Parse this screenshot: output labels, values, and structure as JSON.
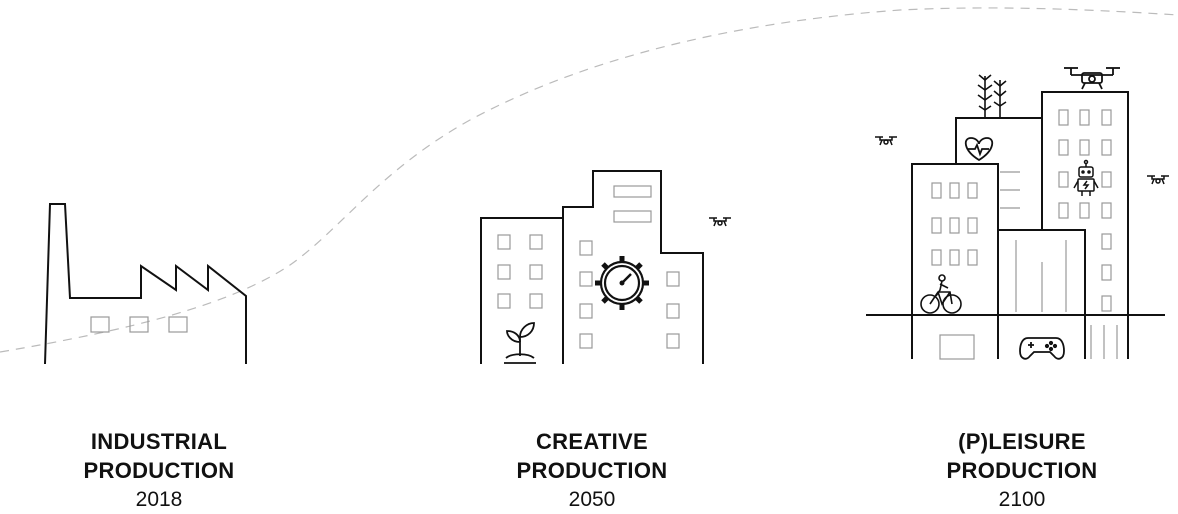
{
  "stages": [
    {
      "line1": "INDUSTRIAL",
      "line2": "PRODUCTION",
      "year": "2018"
    },
    {
      "line1": "CREATIVE",
      "line2": "PRODUCTION",
      "year": "2050"
    },
    {
      "line1": "(P)LEISURE",
      "line2": "PRODUCTION",
      "year": "2100"
    }
  ],
  "colors": {
    "stroke": "#111111",
    "curve": "#bbbbbb",
    "windows": "#999999",
    "background": "#ffffff"
  }
}
